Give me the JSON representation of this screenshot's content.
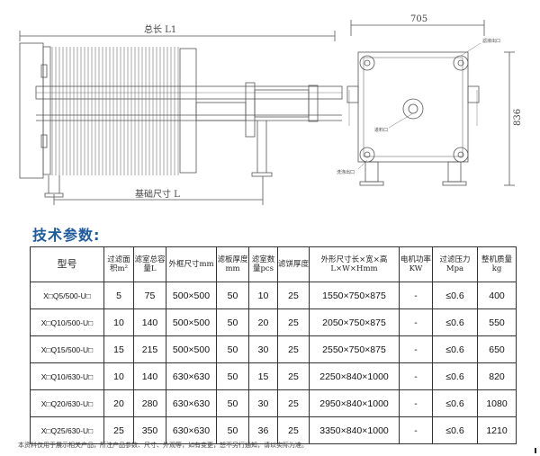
{
  "drawing": {
    "front_view": {
      "total_length_label": "总长 L1",
      "base_length_label": "基础尺寸 L"
    },
    "side_view": {
      "width_label": "705",
      "height_label": "836",
      "callout_top": "滤液出口",
      "callout_middle": "进料口",
      "callout_bottom": "洗涤出口"
    }
  },
  "section_title": "技术参数:",
  "table": {
    "headers": [
      "型号",
      "过滤面积m²",
      "滤室总容量L",
      "外框尺寸mm",
      "滤板厚度mm",
      "滤室数量pcs",
      "滤饼厚度",
      "外形尺寸长×宽×高L×W×Hmm",
      "电机功率KW",
      "过滤压力Mpa",
      "整机质量kg"
    ],
    "rows": [
      [
        "X□Q5/500-U□",
        "5",
        "75",
        "500×500",
        "50",
        "10",
        "25",
        "1550×750×875",
        "-",
        "≤0.6",
        "400"
      ],
      [
        "X□Q10/500-U□",
        "10",
        "140",
        "500×500",
        "50",
        "20",
        "25",
        "2050×750×875",
        "-",
        "≤0.6",
        "550"
      ],
      [
        "X□Q15/500-U□",
        "15",
        "215",
        "500×500",
        "50",
        "30",
        "25",
        "2550×750×875",
        "-",
        "≤0.6",
        "650"
      ],
      [
        "X□Q10/630-U□",
        "10",
        "140",
        "630×630",
        "50",
        "15",
        "25",
        "2250×840×1000",
        "-",
        "≤0.6",
        "820"
      ],
      [
        "X□Q20/630-U□",
        "20",
        "280",
        "630×630",
        "50",
        "30",
        "25",
        "2950×840×1000",
        "-",
        "≤0.6",
        "1080"
      ],
      [
        "X□Q25/630-U□",
        "25",
        "350",
        "630×630",
        "50",
        "36",
        "25",
        "3350×840×1000",
        "-",
        "≤0.6",
        "1210"
      ]
    ]
  },
  "footnote": "本资料仅用于展示相关产品，所注产品参数、尺寸、外观等，如有变更，恕不另行通知，请以实际为准。"
}
